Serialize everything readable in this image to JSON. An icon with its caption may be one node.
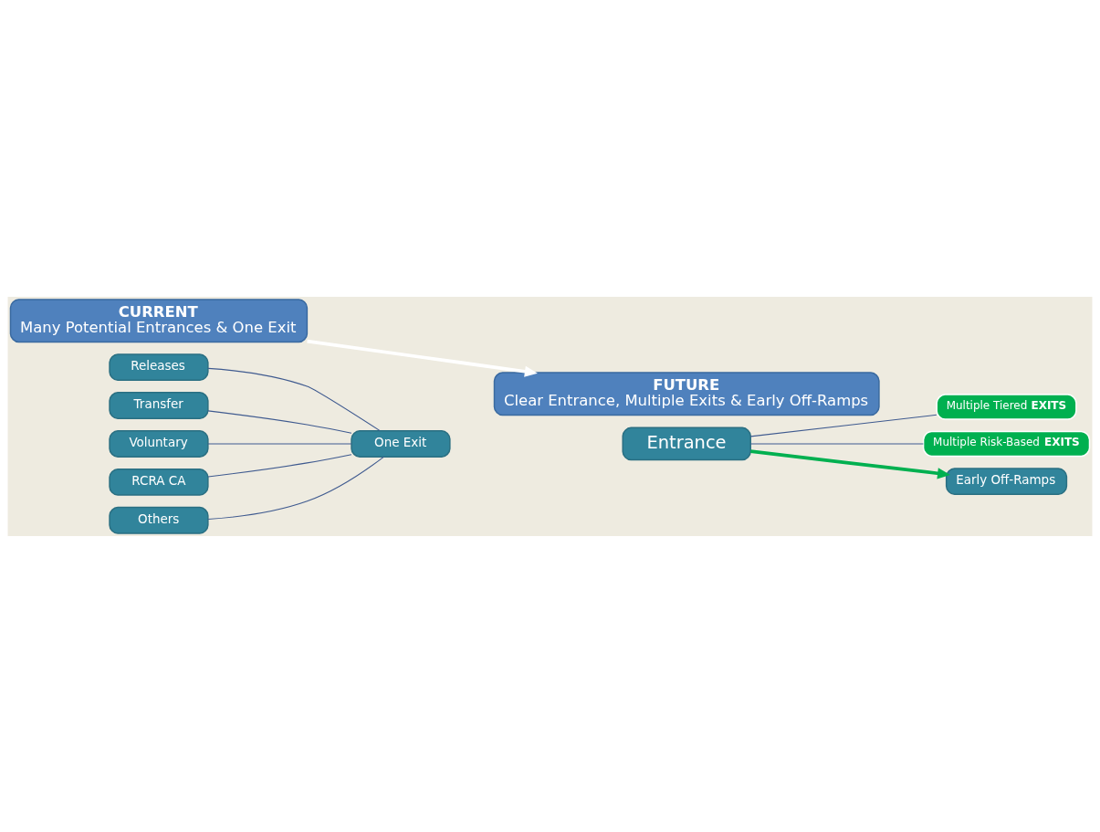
{
  "diagram": {
    "nodes": [
      {
        "text": [
          "CURRENT",
          "Many Potential Entrances & One Exit"
        ]
      },
      {
        "text": [
          "FUTURE",
          "Clear Entrance, Multiple Exits & Early Off-Ramps"
        ]
      },
      {
        "text": [
          "Releases"
        ]
      },
      {
        "text": [
          "Transfer"
        ]
      },
      {
        "text": [
          "Voluntary"
        ]
      },
      {
        "text": [
          "RCRA CA"
        ]
      },
      {
        "text": [
          "Others"
        ]
      },
      {
        "text": [
          "One Exit"
        ]
      },
      {
        "text": [
          "Entrance"
        ]
      },
      {
        "text": [
          "Multiple Tiered **EXITS**"
        ]
      },
      {
        "text": [
          "Multiple Risk-Based **EXITS**"
        ]
      },
      {
        "text": [
          "Early Off-Ramps"
        ]
      }
    ],
    "edges": [
      {
        "from": 0,
        "to": 1,
        "arrow": "to",
        "style": "thick",
        "color": "#ffffff"
      },
      {
        "from": 2,
        "to": 7,
        "arrow": "none"
      },
      {
        "from": 3,
        "to": 7,
        "arrow": "none"
      },
      {
        "from": 4,
        "to": 7,
        "arrow": "none"
      },
      {
        "from": 5,
        "to": 7,
        "arrow": "none"
      },
      {
        "from": 6,
        "to": 7,
        "arrow": "none"
      },
      {
        "from": 8,
        "to": 9,
        "arrow": "none"
      },
      {
        "from": 8,
        "to": 10,
        "arrow": "none"
      },
      {
        "from": 8,
        "to": 11,
        "arrow": "to",
        "style": "thick",
        "color": "#00b050"
      }
    ]
  }
}
